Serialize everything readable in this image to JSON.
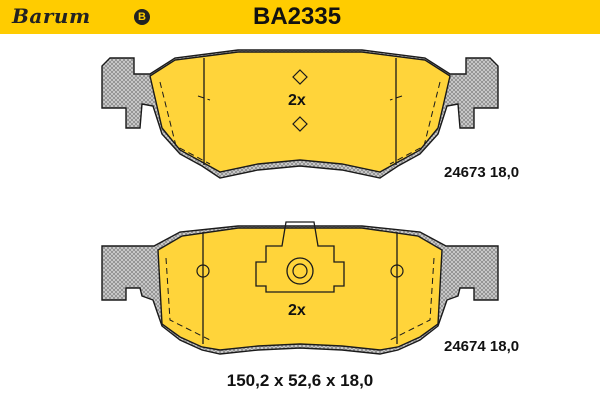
{
  "header": {
    "brand": "Barum",
    "part_number": "BA2335",
    "brand_color": "#ffcc00"
  },
  "pads": [
    {
      "count": "2x",
      "spec": "24673 18,0"
    },
    {
      "count": "2x",
      "spec": "24674 18,0"
    }
  ],
  "dimensions": "150,2 x 52,6 x 18,0",
  "colors": {
    "friction": "#ffd43a",
    "backplate": "#c8c8c8",
    "outline": "#1a1a1a"
  }
}
